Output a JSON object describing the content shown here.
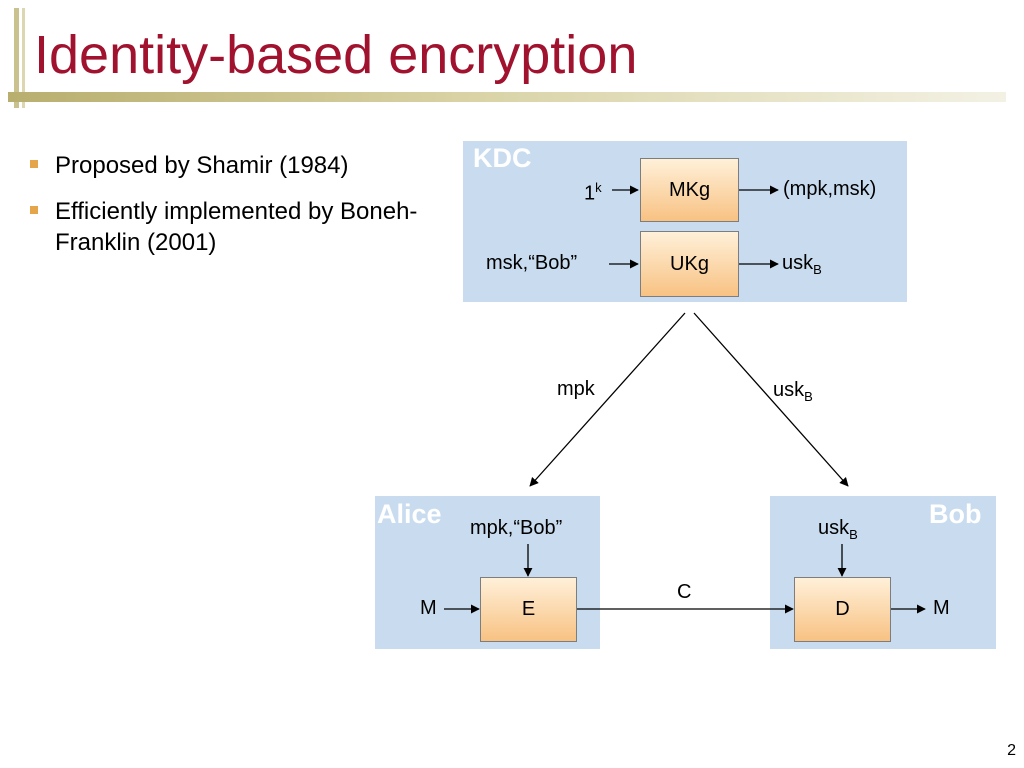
{
  "slide": {
    "title": "Identity-based encryption",
    "page_number": "2"
  },
  "bullets": [
    {
      "text": "Proposed by Shamir (1984)"
    },
    {
      "text": "Efficiently implemented by Boneh-Franklin (2001)"
    }
  ],
  "kdc": {
    "label": "KDC",
    "mkg_input": "1",
    "mkg_input_sup": "k",
    "mkg_box": "MKg",
    "mkg_output": "(mpk,msk)",
    "ukg_input": "msk,“Bob”",
    "ukg_box": "UKg",
    "ukg_output": "usk",
    "ukg_output_sub": "B"
  },
  "channels": {
    "left_label": "mpk",
    "right_label": "usk",
    "right_label_sub": "B",
    "ciphertext_label": "C"
  },
  "alice": {
    "label": "Alice",
    "top_input": "mpk,“Bob”",
    "left_input": "M",
    "box": "E"
  },
  "bob": {
    "label": "Bob",
    "top_input": "usk",
    "top_input_sub": "B",
    "box": "D",
    "output": "M"
  },
  "colors": {
    "title": "#a0122e",
    "panel": "#c9dcef",
    "box_top": "#fff0d9",
    "box_bottom": "#f8c283",
    "bullet": "#e5a54a"
  }
}
